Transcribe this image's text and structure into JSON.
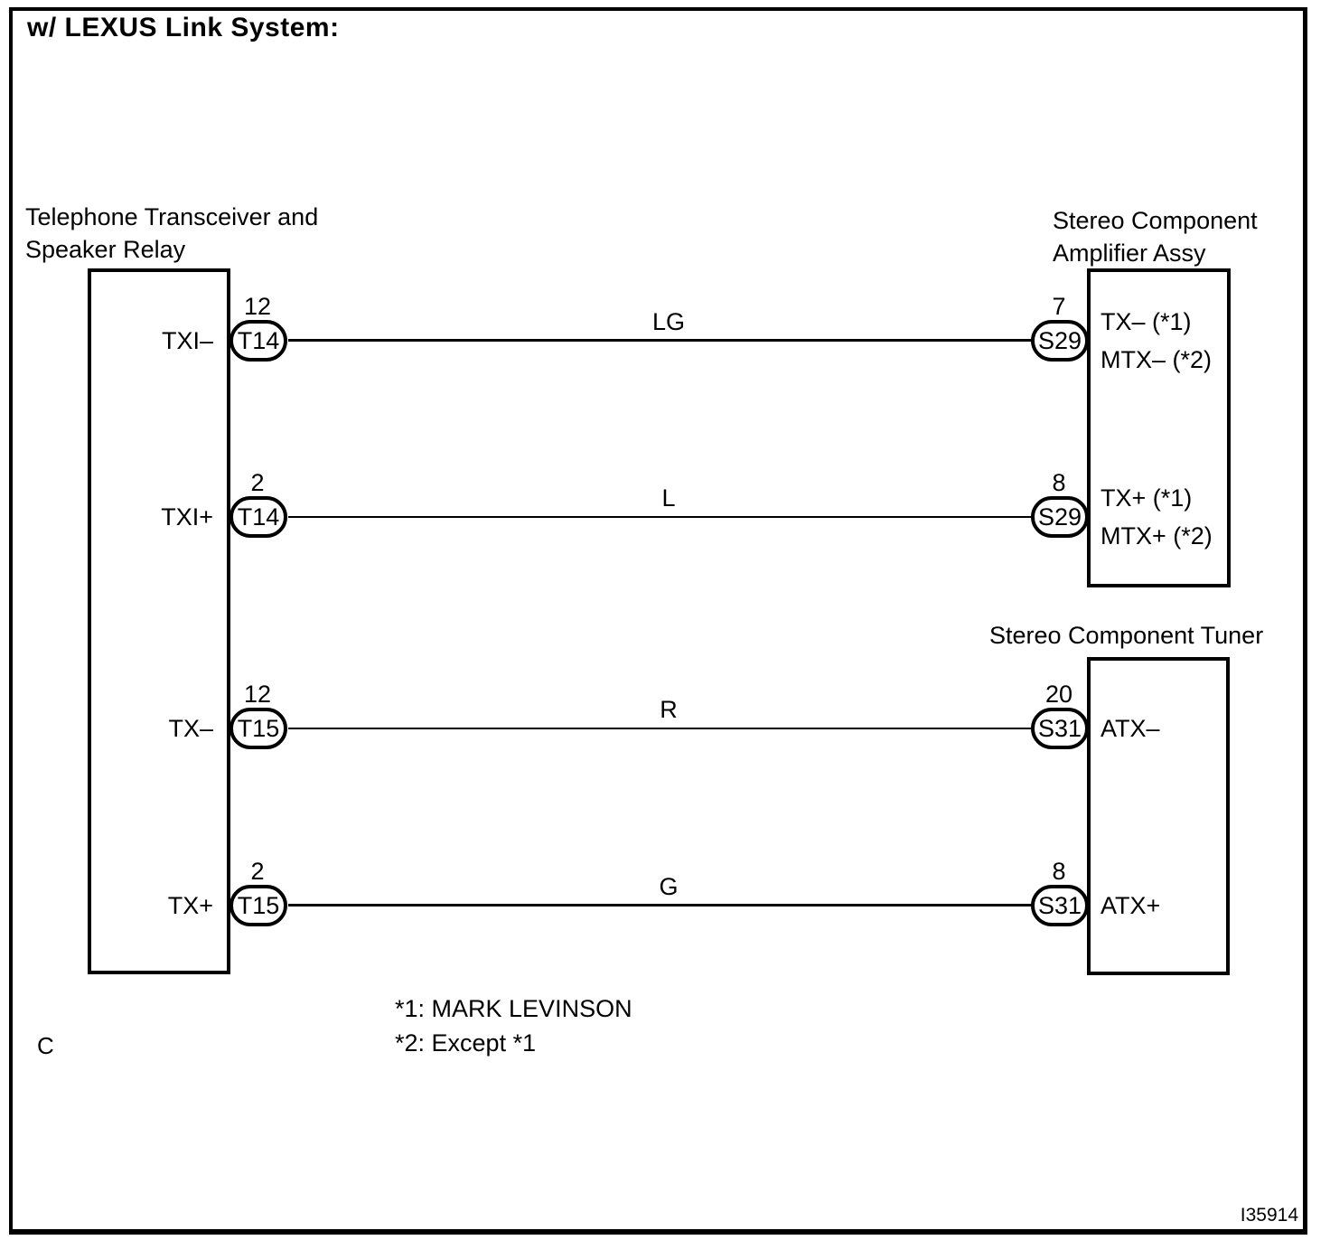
{
  "title": "w/ LEXUS Link System:",
  "components": {
    "left": {
      "name_line1": "Telephone Transceiver and",
      "name_line2": "Speaker Relay"
    },
    "amplifier": {
      "name_line1": "Stereo Component",
      "name_line2": "Amplifier Assy"
    },
    "tuner": {
      "name": "Stereo Component Tuner"
    }
  },
  "wires": [
    {
      "left_pin": "12",
      "left_connector": "T14",
      "left_label": "TXI–",
      "color": "LG",
      "right_pin": "7",
      "right_connector": "S29",
      "right_label_line1": "TX– (*1)",
      "right_label_line2": "MTX– (*2)"
    },
    {
      "left_pin": "2",
      "left_connector": "T14",
      "left_label": "TXI+",
      "color": "L",
      "right_pin": "8",
      "right_connector": "S29",
      "right_label_line1": "TX+ (*1)",
      "right_label_line2": "MTX+ (*2)"
    },
    {
      "left_pin": "12",
      "left_connector": "T15",
      "left_label": "TX–",
      "color": "R",
      "right_pin": "20",
      "right_connector": "S31",
      "right_label_line1": "ATX–",
      "right_label_line2": ""
    },
    {
      "left_pin": "2",
      "left_connector": "T15",
      "left_label": "TX+",
      "color": "G",
      "right_pin": "8",
      "right_connector": "S31",
      "right_label_line1": "ATX+",
      "right_label_line2": ""
    }
  ],
  "footnotes": [
    "*1: MARK LEVINSON",
    "*2: Except *1"
  ],
  "page_letter": "C",
  "figure_code": "I35914",
  "colors": {
    "ink": "#000000",
    "paper": "#ffffff"
  }
}
